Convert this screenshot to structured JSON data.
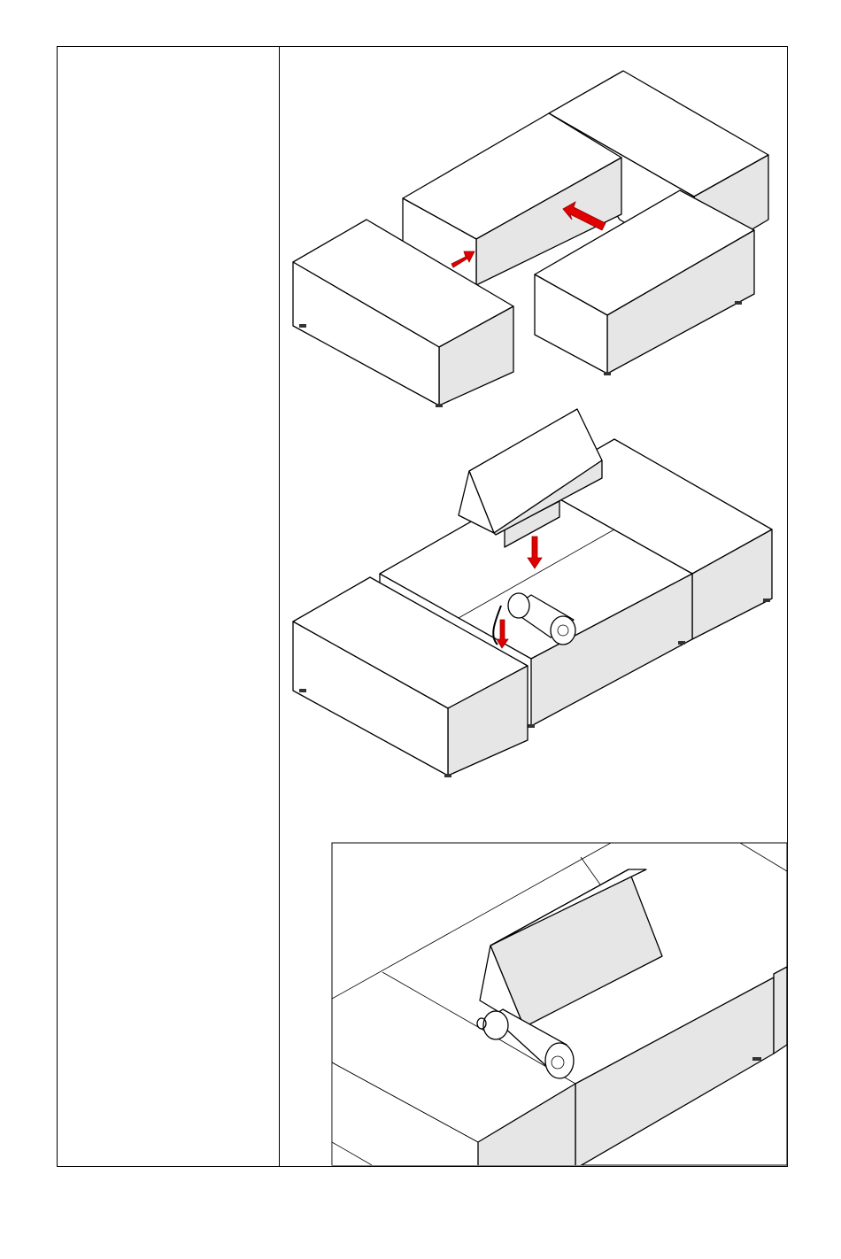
{
  "document": {
    "steps": [
      {
        "id": "step-1-slide-modules-together",
        "arrows": 2
      },
      {
        "id": "step-2-insert-backrest-and-bolster",
        "arrows": 2
      },
      {
        "id": "step-3-assembled-detail"
      }
    ]
  },
  "colors": {
    "outline": "#000000",
    "face_light": "#ffffff",
    "face_shade": "#e6e6e6",
    "arrow": "#e00000",
    "arrow_dark": "#b00000"
  },
  "icons": [
    "red-arrow-icon",
    "cylinder-bolster-icon",
    "backrest-cushion-icon",
    "sofa-module-icon"
  ]
}
